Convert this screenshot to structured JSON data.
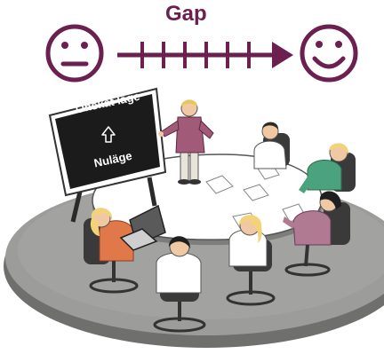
{
  "header": {
    "gap_label": "Gap",
    "start_icon": "neutral-face-icon",
    "end_icon": "smiling-face-icon",
    "arrow_ticks": 6
  },
  "board": {
    "top_text": "Önskat läge",
    "bottom_text": "Nuläge",
    "arrow_icon": "up-arrow-icon"
  },
  "colors": {
    "accent": "#6b2050",
    "board": "#1b1b1b",
    "board_frame": "#ffffff",
    "floor": "#9a9a98",
    "table": "#ffffff"
  }
}
